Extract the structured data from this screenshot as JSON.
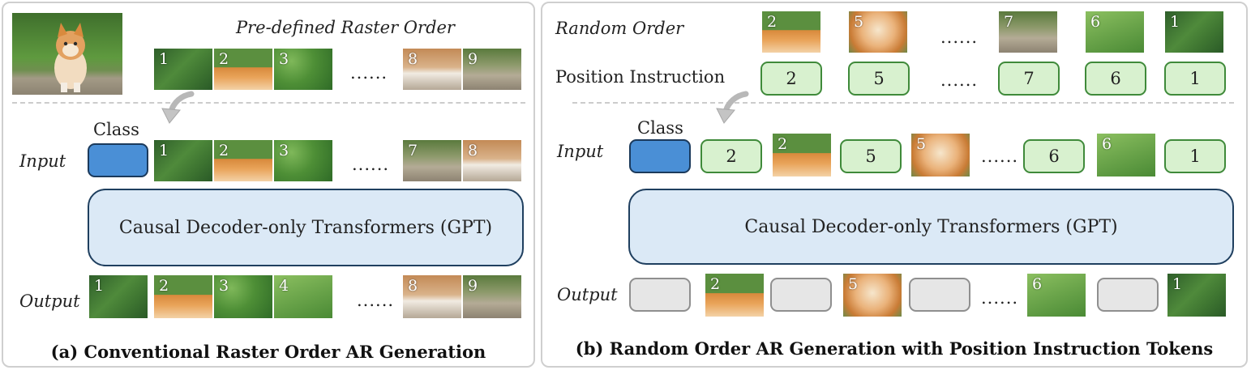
{
  "panel_a": {
    "title": "Pre-defined Raster Order",
    "input_label": "Input",
    "output_label": "Output",
    "class_label": "Class",
    "gpt_label": "Causal Decoder-only Transformers (GPT)",
    "ellipsis": "......",
    "caption": "(a) Conventional Raster Order AR Generation",
    "raster_numbers": [
      "1",
      "2",
      "3",
      "8",
      "9"
    ],
    "input_numbers": [
      "1",
      "2",
      "3",
      "7",
      "8"
    ],
    "output_numbers": [
      "1",
      "2",
      "3",
      "4",
      "8",
      "9"
    ]
  },
  "panel_b": {
    "random_label": "Random Order",
    "position_label": "Position Instruction",
    "input_label": "Input",
    "output_label": "Output",
    "class_label": "Class",
    "gpt_label": "Causal Decoder-only Transformers (GPT)",
    "ellipsis": "......",
    "caption": "(b) Random Order AR Generation with Position Instruction Tokens",
    "random_numbers": [
      "2",
      "5",
      "7",
      "6",
      "1"
    ],
    "position_tokens": [
      "2",
      "5",
      "7",
      "6",
      "1"
    ],
    "input_tokens": [
      "2",
      "5",
      "6",
      "1"
    ],
    "input_patch_numbers": [
      "2",
      "5",
      "6"
    ],
    "output_patch_numbers": [
      "2",
      "5",
      "6",
      "1"
    ]
  },
  "colors": {
    "class_token": "#4a8fd6",
    "position_token_fill": "#d8f1cf",
    "position_token_border": "#3f8a3a",
    "gpt_fill": "#dbe9f6",
    "placeholder_fill": "#e6e6e6"
  }
}
